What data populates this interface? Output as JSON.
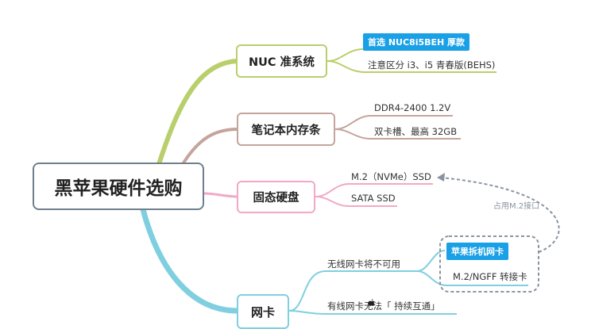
{
  "root": {
    "label": "黑苹果硬件选购"
  },
  "branches": [
    {
      "label": "NUC 准系统",
      "color": "#b9cf6c",
      "tag": "首选 NUC8i5BEH 厚款",
      "leaves": [
        "注意区分 i3、i5 青春版(BEHS)"
      ]
    },
    {
      "label": "笔记本内存条",
      "color": "#c5a49c",
      "leaves": [
        "DDR4-2400 1.2V",
        "双卡槽、最高 32GB"
      ]
    },
    {
      "label": "固态硬盘",
      "color": "#f2a8c6",
      "leaves": [
        "M.2（NVMe）SSD",
        "SATA  SSD"
      ]
    },
    {
      "label": "网卡",
      "color": "#7fcfe0",
      "tag": "苹果拆机网卡",
      "leaves": [
        "无线网卡将不可用",
        "有线网卡无法「 持续互通」",
        "M.2/NGFF 转接卡"
      ]
    }
  ],
  "relation": {
    "label": "占用M.2接口",
    "color": "#8a94a0"
  },
  "icons": {
    "apple": "apple-logo-icon"
  }
}
